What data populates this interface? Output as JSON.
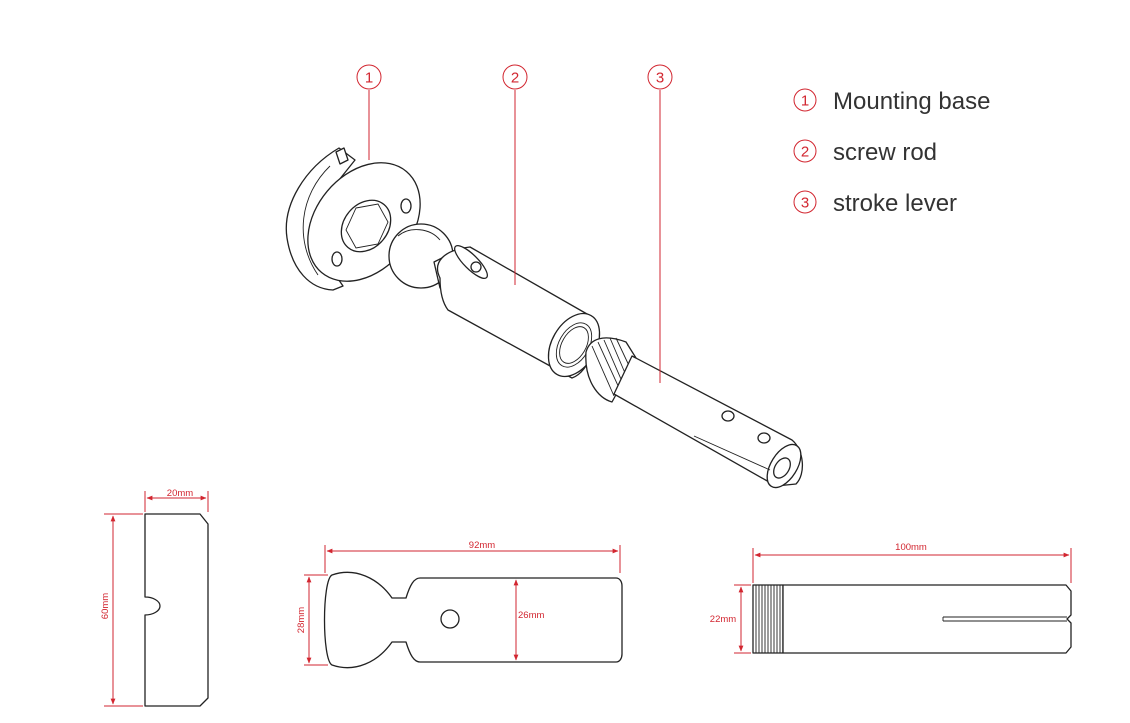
{
  "colors": {
    "accent": "#d22630",
    "line": "#222222",
    "text": "#333333"
  },
  "callouts": [
    {
      "num": "1"
    },
    {
      "num": "2"
    },
    {
      "num": "3"
    }
  ],
  "legend": [
    {
      "num": "1",
      "label": "Mounting base"
    },
    {
      "num": "2",
      "label": "screw rod"
    },
    {
      "num": "3",
      "label": "stroke lever"
    }
  ],
  "dimensions": {
    "base_width": "20mm",
    "base_height": "60mm",
    "rod_length": "92mm",
    "rod_ball_dia": "28mm",
    "rod_body_dia": "26mm",
    "lever_length": "100mm",
    "lever_dia": "22mm"
  }
}
